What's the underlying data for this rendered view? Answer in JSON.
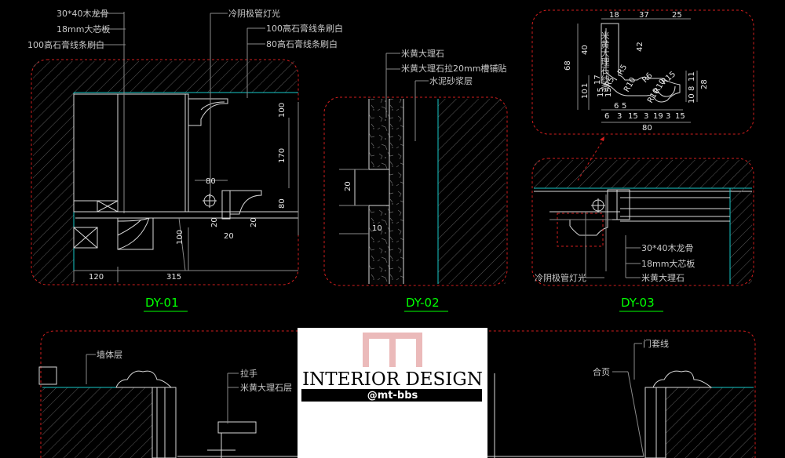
{
  "details": {
    "dy01": {
      "title": "DY-01",
      "labels": [
        "30*40木龙骨",
        "18mm大芯板",
        "100高石膏线条刷白",
        "冷阴极管灯光",
        "100高石膏线条刷白",
        "80高石膏线条刷白"
      ],
      "dims": [
        "100",
        "170",
        "80",
        "100",
        "80",
        "20",
        "20",
        "20",
        "120",
        "315"
      ]
    },
    "dy02": {
      "title": "DY-02",
      "labels": [
        "米黄大理石",
        "米黄大理石拉20mm槽铺贴",
        "水泥砂浆层"
      ],
      "dims": [
        "20",
        "10"
      ]
    },
    "dy03": {
      "title": "DY-03",
      "labels": [
        "米黄大理石线条",
        "30*40木龙骨",
        "18mm大芯板",
        "米黄大理石",
        "冷阴极管灯光"
      ],
      "dims_top": [
        "18",
        "37",
        "25"
      ],
      "dims_left": [
        "68",
        "40",
        "10",
        "1"
      ],
      "dims_inner": [
        "42",
        "R5",
        "R5",
        "R10",
        "R6",
        "R15",
        "15",
        "15",
        "17",
        "R10",
        "R10"
      ],
      "dims_right": [
        "28",
        "11",
        "8",
        "10"
      ],
      "dims_bottom_a": [
        "6",
        "5"
      ],
      "dims_bottom_b": [
        "6",
        "3",
        "15",
        "3",
        "19",
        "3",
        "15"
      ],
      "dims_total": "80"
    }
  },
  "elevation": {
    "labels": [
      "墙体层",
      "拉手",
      "米黄大理石层",
      "门套线",
      "合页"
    ]
  },
  "watermark": {
    "title": "INTERIOR DESIGN",
    "subtitle": "@mt-bbs"
  }
}
